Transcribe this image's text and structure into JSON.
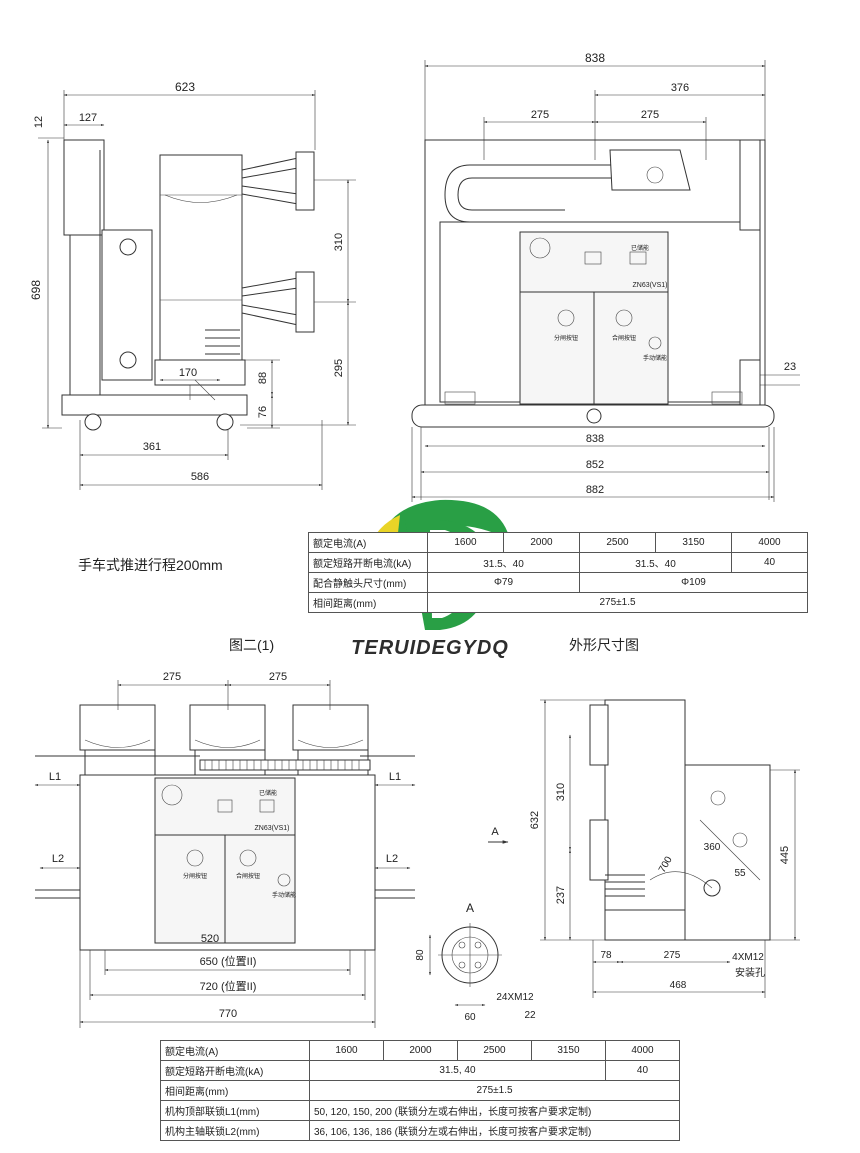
{
  "top": {
    "side_dims": {
      "overall_width": "623",
      "top_offset": "127",
      "top_gap": "12",
      "height": "698",
      "pole_spacing": "310",
      "lower_height": "295",
      "h88": "88",
      "h76": "76",
      "w170": "170",
      "w361": "361",
      "w586": "586"
    },
    "front_dims": {
      "w838_top": "838",
      "w376": "376",
      "w275a": "275",
      "w275b": "275",
      "d23": "23",
      "w838_bottom": "838",
      "w852": "852",
      "w882": "882"
    },
    "panel_text": {
      "charged": "已储能",
      "model": "ZN63(VS1)",
      "open_btn": "分闸按钮",
      "close_btn": "合闸按钮",
      "manual": "手动储能"
    },
    "travel_note": "手车式推进行程200mm",
    "caption": "图二(1)",
    "caption_tail": "外形尺寸图",
    "logo_text": "TERUIDEGYDQ",
    "table": {
      "rows": [
        {
          "label": "额定电流(A)",
          "cells": [
            "1600",
            "2000",
            "2500",
            "3150",
            "4000"
          ]
        },
        {
          "label": "额定短路开断电流(kA)",
          "cells": [
            "31.5、40",
            "31.5、40",
            "40"
          ]
        },
        {
          "label": "配合静触头尺寸(mm)",
          "cells": [
            "Φ79",
            "Φ109"
          ]
        },
        {
          "label": "相间距离(mm)",
          "cells": [
            "275±1.5"
          ]
        }
      ]
    }
  },
  "bottom": {
    "front_dims": {
      "w275a": "275",
      "w275b": "275",
      "l1_left": "L1",
      "l1_right": "L1",
      "l2_left": "L2",
      "l2_right": "L2",
      "w520": "520",
      "w650": "650 (位置II)",
      "w720": "720 (位置II)",
      "w770": "770"
    },
    "detail": {
      "title": "A",
      "h80": "80",
      "w60": "60",
      "screw": "24XM12",
      "d22": "22"
    },
    "side_dims": {
      "arrow_label": "A",
      "h632": "632",
      "h310": "310",
      "h237": "237",
      "h445": "445",
      "r700": "700",
      "r360": "360",
      "r55": "55",
      "w78": "78",
      "w275": "275",
      "w468": "468",
      "mount_screw": "4XM12",
      "mount_hole": "安装孔"
    },
    "panel_text": {
      "charged": "已储能",
      "model": "ZN63(VS1)",
      "open_btn": "分闸按钮",
      "close_btn": "合闸按钮",
      "manual": "手动储能"
    },
    "table": {
      "rows": [
        {
          "label": "额定电流(A)",
          "cells": [
            "1600",
            "2000",
            "2500",
            "3150",
            "4000"
          ]
        },
        {
          "label": "额定短路开断电流(kA)",
          "cells": [
            "31.5, 40",
            "40"
          ]
        },
        {
          "label": "相间距离(mm)",
          "cells": [
            "275±1.5"
          ]
        },
        {
          "label": "机构顶部联锁L1(mm)",
          "cells": [
            "50, 120, 150, 200 (联锁分左或右伸出，长度可按客户要求定制)"
          ]
        },
        {
          "label": "机构主轴联锁L2(mm)",
          "cells": [
            "36, 106, 136, 186 (联锁分左或右伸出，长度可按客户要求定制)"
          ]
        }
      ]
    }
  },
  "colors": {
    "logo_green": "#1e9a3c",
    "logo_yellow": "#e8d21c",
    "line": "#333333"
  }
}
